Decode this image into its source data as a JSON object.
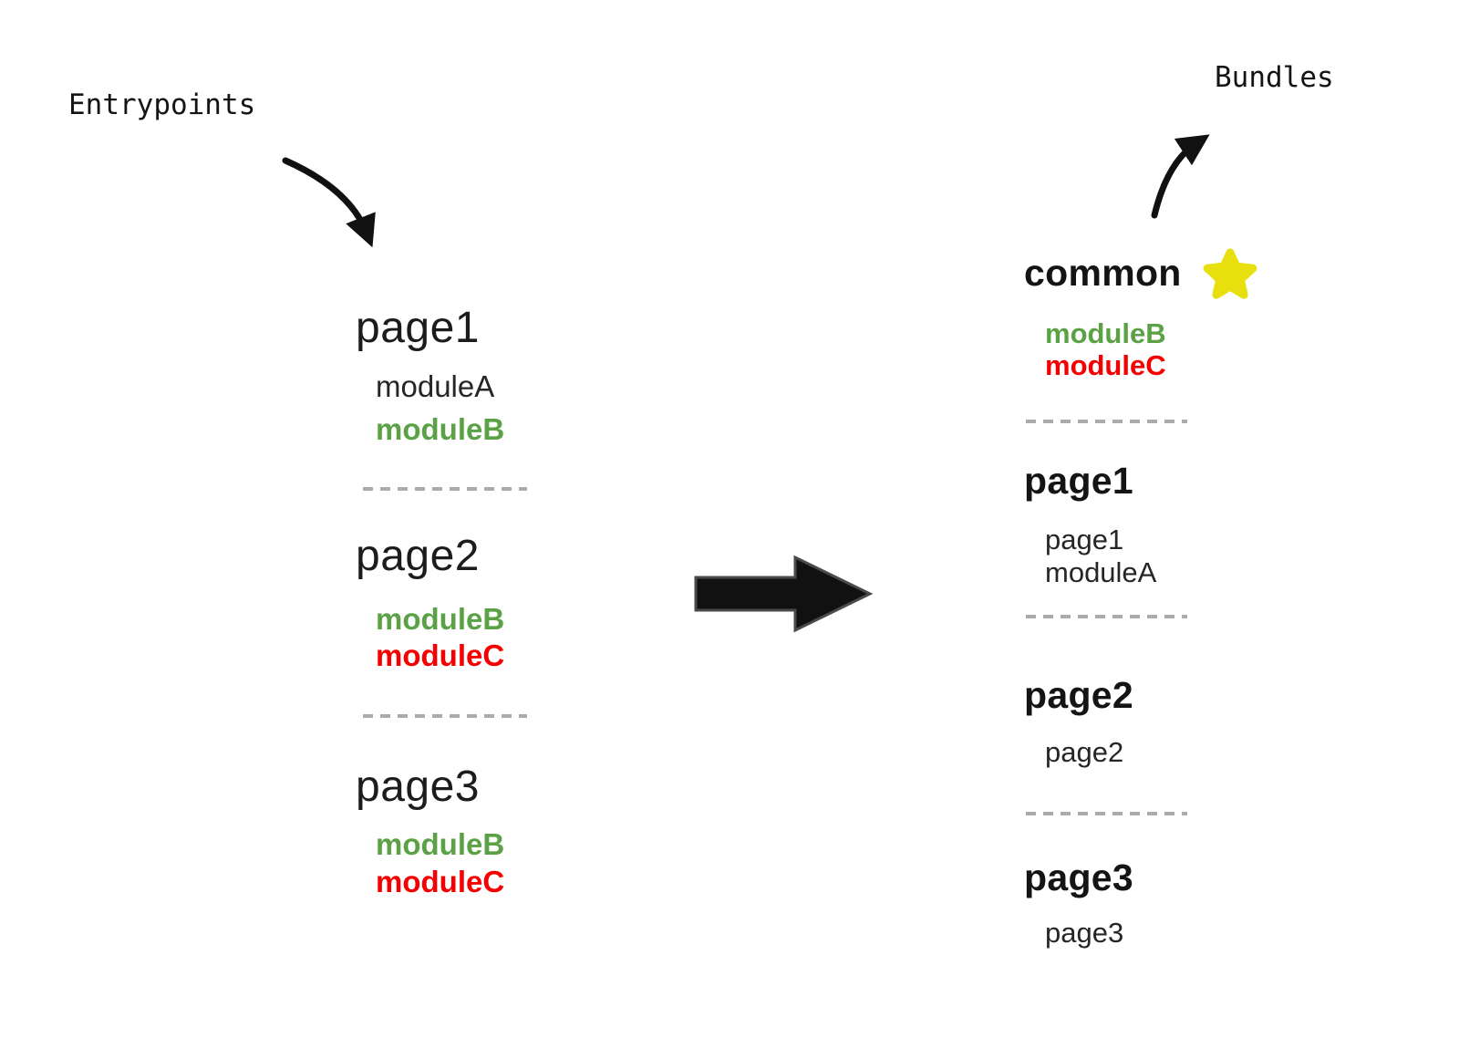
{
  "labels": {
    "entrypoints": "Entrypoints",
    "bundles": "Bundles"
  },
  "colors": {
    "text": "#1b1b1b",
    "green": "#5aa245",
    "red": "#f40000",
    "star": "#e8e00e",
    "arrow": "#111111",
    "arrow-outline": "#4a4a4a",
    "dash": "#ababab"
  },
  "icons": {
    "star": "star-icon",
    "transform": "right-arrow-icon",
    "entry_curve": "curved-arrow-down-icon",
    "bundle_curve": "curved-arrow-up-icon"
  },
  "entrypoints": [
    {
      "name": "page1",
      "modules": [
        {
          "label": "moduleA",
          "color": "plain"
        },
        {
          "label": "moduleB",
          "color": "green"
        }
      ]
    },
    {
      "name": "page2",
      "modules": [
        {
          "label": "moduleB",
          "color": "green"
        },
        {
          "label": "moduleC",
          "color": "red"
        }
      ]
    },
    {
      "name": "page3",
      "modules": [
        {
          "label": "moduleB",
          "color": "green"
        },
        {
          "label": "moduleC",
          "color": "red"
        }
      ]
    }
  ],
  "bundles": [
    {
      "name": "common",
      "starred": true,
      "modules": [
        {
          "label": "moduleB",
          "color": "green"
        },
        {
          "label": "moduleC",
          "color": "red"
        }
      ]
    },
    {
      "name": "page1",
      "starred": false,
      "modules": [
        {
          "label": "page1",
          "color": "plain"
        },
        {
          "label": "moduleA",
          "color": "plain"
        }
      ]
    },
    {
      "name": "page2",
      "starred": false,
      "modules": [
        {
          "label": "page2",
          "color": "plain"
        }
      ]
    },
    {
      "name": "page3",
      "starred": false,
      "modules": [
        {
          "label": "page3",
          "color": "plain"
        }
      ]
    }
  ]
}
